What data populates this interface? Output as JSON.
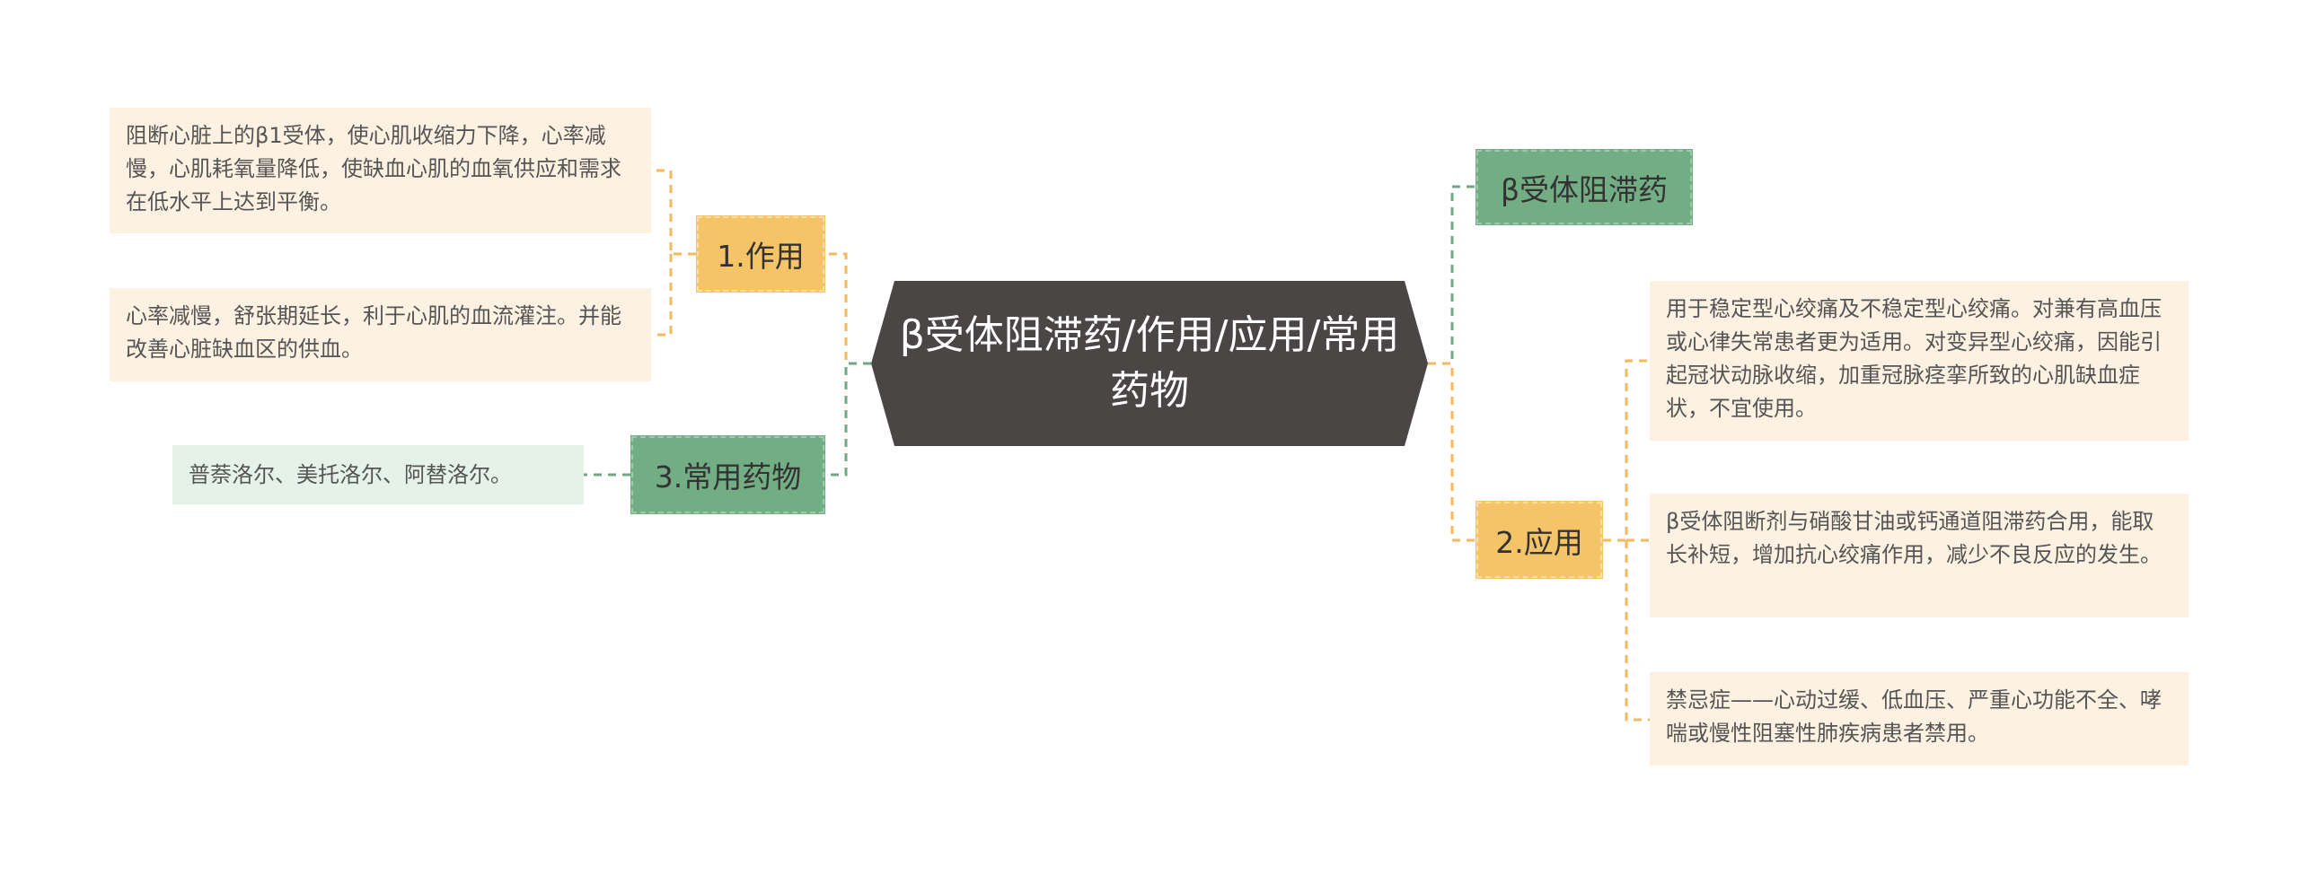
{
  "colors": {
    "root": "#4a4646",
    "orange": "#f6c468",
    "green": "#73ad84",
    "leaf_warm": "#fdf1e2",
    "leaf_mint": "#e4f2e8",
    "orange_link": "#f2b95e",
    "green_link": "#6fa883"
  },
  "root": {
    "label": "β受体阻滞药/作用/应用/常用药物"
  },
  "branches": {
    "effect": {
      "label": "1.作用",
      "details": [
        "阻断心脏上的β1受体，使心肌收缩力下降，心率减慢，心肌耗氧量降低，使缺血心肌的血氧供应和需求在低水平上达到平衡。",
        "心率减慢，舒张期延长，利于心肌的血流灌注。并能改善心脏缺血区的供血。"
      ]
    },
    "drugs": {
      "label": "3.常用药物",
      "details": [
        "普萘洛尔、美托洛尔、阿替洛尔。"
      ]
    },
    "name": {
      "label": "β受体阻滞药"
    },
    "application": {
      "label": "2.应用",
      "details": [
        "用于稳定型心绞痛及不稳定型心绞痛。对兼有高血压或心律失常患者更为适用。对变异型心绞痛，因能引起冠状动脉收缩，加重冠脉痉挛所致的心肌缺血症状，不宜使用。",
        "β受体阻断剂与硝酸甘油或钙通道阻滞药合用，能取长补短，增加抗心绞痛作用，减少不良反应的发生。",
        "禁忌症——心动过缓、低血压、严重心功能不全、哮喘或慢性阻塞性肺疾病患者禁用。"
      ]
    }
  }
}
